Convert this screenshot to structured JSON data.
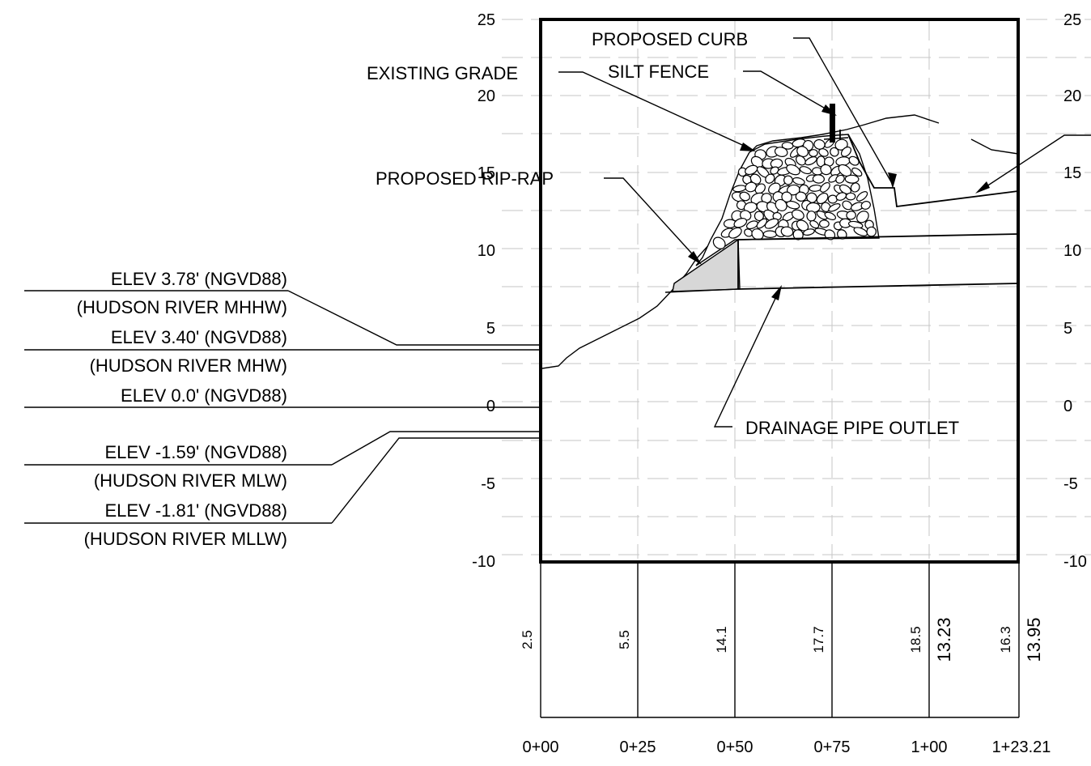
{
  "y_axis": {
    "ticks_left": [
      "25",
      "20",
      "15",
      "10",
      "5",
      "0",
      "-5",
      "-10"
    ],
    "ticks_right": [
      "25",
      "20",
      "15",
      "10",
      "5",
      "0",
      "-5",
      "-10"
    ]
  },
  "x_axis": {
    "stations": [
      "0+00",
      "0+25",
      "0+50",
      "0+75",
      "1+00",
      "1+23.21"
    ]
  },
  "callouts": {
    "proposed_curb": "PROPOSED CURB",
    "silt_fence": "SILT FENCE",
    "existing_grade": "EXISTING GRADE",
    "proposed_rip_rap": "PROPOSED RIP-RAP",
    "drainage_pipe_outlet": "DRAINAGE PIPE OUTLET"
  },
  "water_levels": [
    {
      "elev": "ELEV 3.78' (NGVD88)",
      "datum": "(HUDSON RIVER MHHW)"
    },
    {
      "elev": "ELEV 3.40' (NGVD88)",
      "datum": "(HUDSON RIVER MHW)"
    },
    {
      "elev": "ELEV 0.0' (NGVD88)",
      "datum": ""
    },
    {
      "elev": "ELEV -1.59' (NGVD88)",
      "datum": "(HUDSON RIVER MLW)"
    },
    {
      "elev": "ELEV -1.81' (NGVD88)",
      "datum": "(HUDSON RIVER MLLW)"
    }
  ],
  "existing_elevations": [
    "2.5",
    "5.5",
    "14.1",
    "17.7",
    "18.5",
    "16.3"
  ],
  "proposed_elevations": [
    "13.23",
    "13.95"
  ]
}
